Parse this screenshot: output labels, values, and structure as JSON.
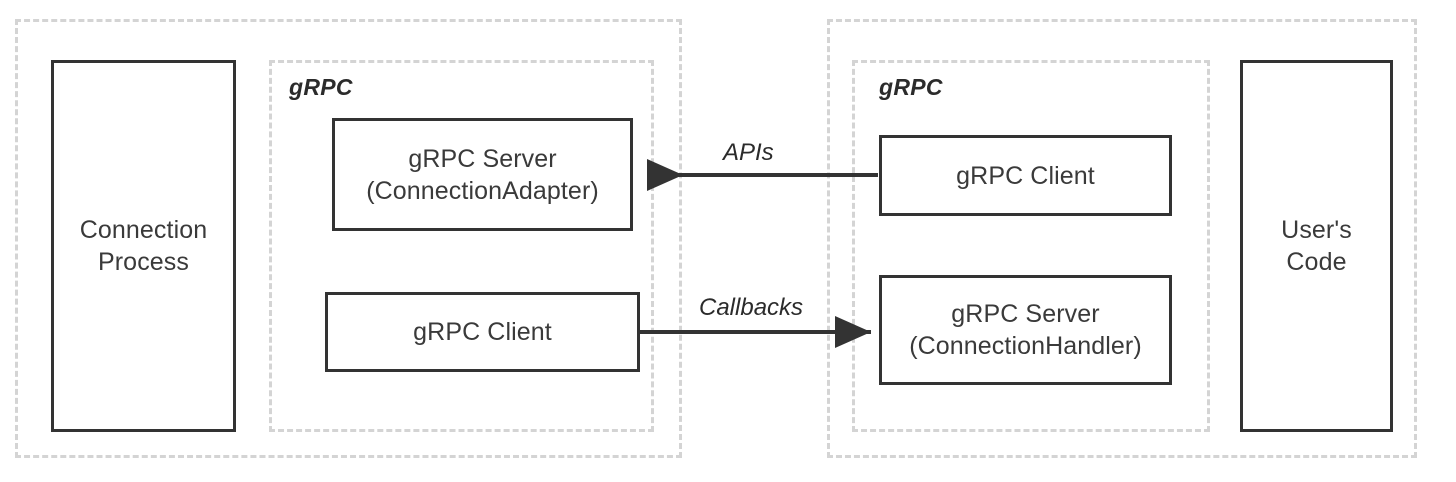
{
  "diagram": {
    "title": "gRPC Connection Process / User's Code architecture",
    "colors": {
      "box_border": "#333333",
      "dashed_border": "#d4d4d4",
      "text": "#3a3a3a",
      "arrow": "#333333",
      "background": "#ffffff"
    }
  },
  "left_container": {
    "name": "connection-process-container",
    "grpc_caption": "gRPC",
    "process_box": {
      "label": "Connection\nProcess"
    },
    "server_box": {
      "label": "gRPC Server\n(ConnectionAdapter)"
    },
    "client_box": {
      "label": "gRPC Client"
    }
  },
  "right_container": {
    "name": "user-code-container",
    "grpc_caption": "gRPC",
    "client_box": {
      "label": "gRPC Client"
    },
    "server_box": {
      "label": "gRPC Server\n(ConnectionHandler)"
    },
    "user_code_box": {
      "label": "User's\nCode"
    }
  },
  "edges": [
    {
      "id": "apis-edge",
      "label": "APIs",
      "from": "gRPC Client (user side)",
      "to": "gRPC Server (ConnectionAdapter)",
      "direction": "right-to-left"
    },
    {
      "id": "callbacks-edge",
      "label": "Callbacks",
      "from": "gRPC Client (connection side)",
      "to": "gRPC Server (ConnectionHandler)",
      "direction": "left-to-right"
    }
  ]
}
